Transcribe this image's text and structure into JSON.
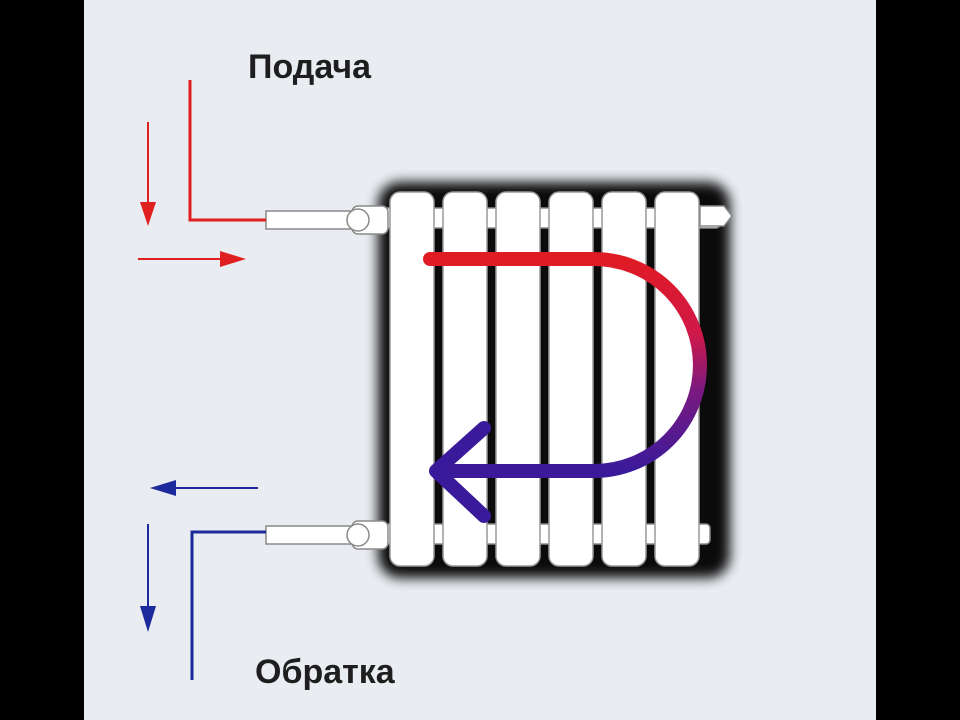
{
  "labels": {
    "supply": "Подача",
    "return": "Обратка"
  },
  "colors": {
    "background": "#000000",
    "panel": "#e9ecf1",
    "supply": "#e02020",
    "return": "#1c2a9c",
    "flow_hot": "#e01b24",
    "flow_cold": "#3a1a9a",
    "radiator": "#ffffff",
    "radiator_outline": "#9a9a9a",
    "pipe": "#ffffff"
  },
  "radiator": {
    "section_count": 6
  },
  "icons": {
    "supply_arrows": "arrow-icon",
    "return_arrows": "arrow-icon",
    "flow_path": "curved-arrow-icon"
  }
}
